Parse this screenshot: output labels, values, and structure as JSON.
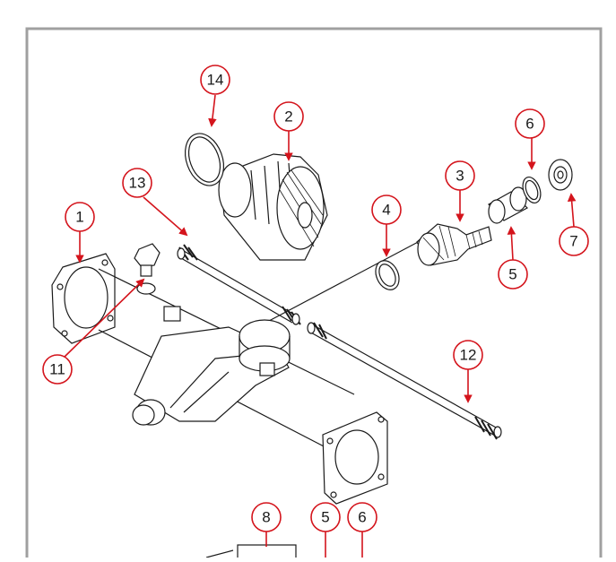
{
  "callouts": [
    {
      "label": "14"
    },
    {
      "label": "2"
    },
    {
      "label": "13"
    },
    {
      "label": "6"
    },
    {
      "label": "3"
    },
    {
      "label": "1"
    },
    {
      "label": "4"
    },
    {
      "label": "7"
    },
    {
      "label": "5"
    },
    {
      "label": "11"
    },
    {
      "label": "12"
    },
    {
      "label": "8"
    },
    {
      "label": "5"
    },
    {
      "label": "6"
    }
  ],
  "colors": {
    "callout": "#d4141c",
    "frame": "#a0a0a0",
    "line": "#1a1a1a"
  }
}
